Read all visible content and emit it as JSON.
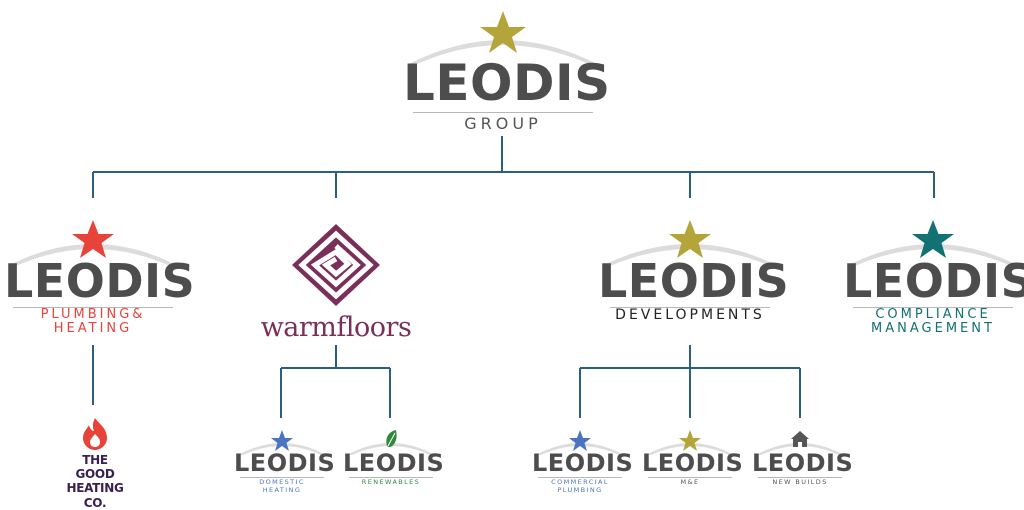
{
  "colors": {
    "connector": "#2b5f7e",
    "arc": "#dcdcdc",
    "wordmark": "#4d4d4d",
    "gold_star": "#b3a53a",
    "red_star": "#e8433a",
    "teal_star": "#127173",
    "blue_star": "#4a74c0",
    "warmfloors": "#7a2f58",
    "renewables_leaf": "#2d8a3a",
    "house_icon": "#555555"
  },
  "group": {
    "name": "LEODIS",
    "tagline": "GROUP",
    "icon": "star-icon"
  },
  "divisions": [
    {
      "id": "plumbing",
      "name": "LEODIS",
      "tagline_lines": [
        "PLUMBING&",
        "HEATING"
      ],
      "icon": "star-icon"
    },
    {
      "id": "warmfloors",
      "name": "warmfloors",
      "icon": "diamond-maze-icon"
    },
    {
      "id": "developments",
      "name": "LEODIS",
      "tagline_lines": [
        "DEVELOPMENTS"
      ],
      "icon": "star-icon"
    },
    {
      "id": "compliance",
      "name": "LEODIS",
      "tagline_lines": [
        "COMPLIANCE",
        "MANAGEMENT"
      ],
      "icon": "star-icon"
    }
  ],
  "subsidiaries": {
    "plumbing": [
      {
        "id": "goodheating",
        "lines": [
          "THE",
          "GOOD",
          "HEATING",
          "CO."
        ],
        "icon": "flame-icon"
      }
    ],
    "warmfloors": [
      {
        "id": "domestic",
        "name": "LEODIS",
        "tagline_lines": [
          "DOMESTIC",
          "HEATING"
        ],
        "icon": "star-icon"
      },
      {
        "id": "renewables",
        "name": "LEODIS",
        "tagline_lines": [
          "RENEWABLES"
        ],
        "icon": "leaf-icon"
      }
    ],
    "developments": [
      {
        "id": "commercial",
        "name": "LEODIS",
        "tagline_lines": [
          "COMMERCIAL",
          "PLUMBING"
        ],
        "icon": "star-icon"
      },
      {
        "id": "me",
        "name": "LEODIS",
        "tagline_lines": [
          "M&E"
        ],
        "icon": "star-icon"
      },
      {
        "id": "newbuilds",
        "name": "LEODIS",
        "tagline_lines": [
          "NEW BUILDS"
        ],
        "icon": "house-icon"
      }
    ]
  }
}
